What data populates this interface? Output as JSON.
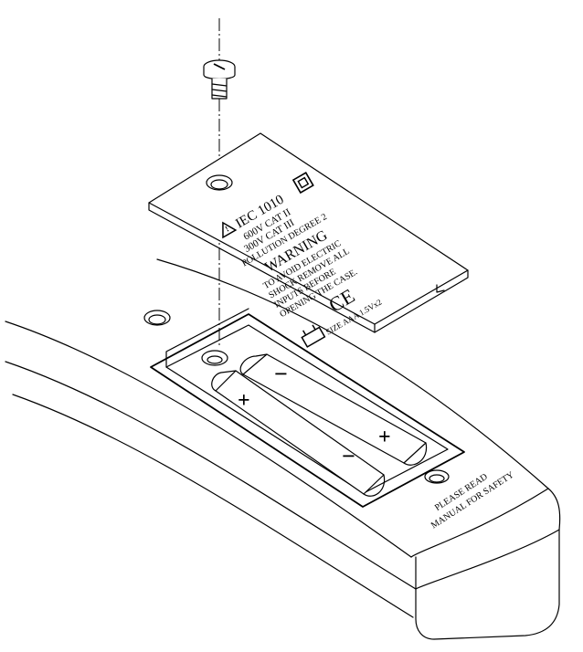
{
  "cover_label": {
    "standard": "IEC 1010",
    "rating_1": "600V CAT II",
    "rating_2": "300V CAT III",
    "pollution": "POLLUTION DEGREE 2",
    "warning_title": "WARNING",
    "warning_line_1": "TO AVOID ELECTRIC",
    "warning_line_2": "SHOCK REMOVE ALL",
    "warning_line_3": "INPUTS BEFORE",
    "warning_line_4": "OPENING THE CASE.",
    "ce_mark": "CE",
    "battery_size": "SIZE AAA 1.5Vx2"
  },
  "battery_compartment": {
    "polarity_plus": "+",
    "polarity_minus": "−"
  },
  "case_note": {
    "line_1": "PLEASE READ",
    "line_2": "MANUAL FOR SAFETY"
  },
  "colors": {
    "line": "#000000",
    "background": "#ffffff"
  }
}
